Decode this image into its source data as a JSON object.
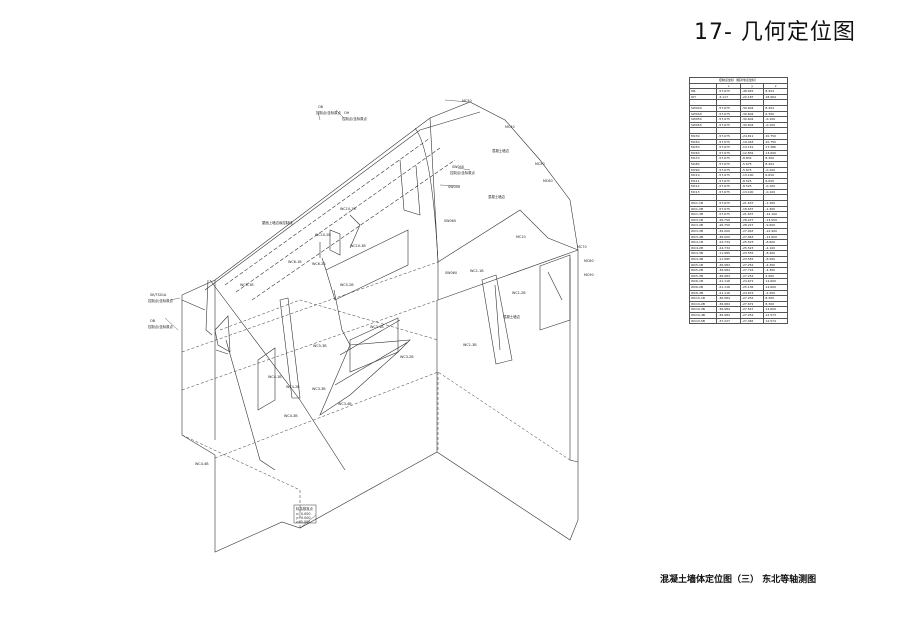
{
  "sheet_title": "17- 几何定位图",
  "drawing_caption": "混凝土墙体定位图（三） 东北等轴测图",
  "table": {
    "title": "控制点坐标（相对零点坐标）",
    "columns": [
      "",
      "x",
      "y",
      "z"
    ],
    "groups": [
      [
        [
          "OB",
          "-57.675",
          "-48.945",
          "8.454"
        ],
        [
          "OH",
          "-3.117",
          "-22.187",
          "18.964"
        ]
      ],
      [
        [
          "SW040",
          "-57.675",
          "-30.604",
          "8.454"
        ],
        [
          "SW040",
          "-57.675",
          "-30.604",
          "6.300"
        ],
        [
          "SW050",
          "-57.675",
          "-30.604",
          "-0.100"
        ],
        [
          "SW050",
          "-57.675",
          "-30.604",
          "-0.100"
        ]
      ],
      [
        [
          "MC30",
          "-57.675",
          "-24.811",
          "20.750"
        ],
        [
          "MC40",
          "-57.675",
          "-19.463",
          "20.750"
        ],
        [
          "MC50",
          "-57.675",
          "-14.151",
          "17.386"
        ],
        [
          "MC60",
          "-57.675",
          "-12.832",
          "13.600"
        ],
        [
          "MC70",
          "-57.675",
          "-8.832",
          "8.300"
        ],
        [
          "MC80",
          "-57.675",
          "-5.675",
          "8.454"
        ],
        [
          "MC90",
          "-57.675",
          "-5.675",
          "-0.100"
        ],
        [
          "MC10",
          "-57.675",
          "-13.100",
          "6.650"
        ],
        [
          "MC11",
          "-57.675",
          "-8.525",
          "6.650"
        ],
        [
          "MC12",
          "-57.675",
          "-8.525",
          "-0.100"
        ],
        [
          "MC13",
          "-57.675",
          "-13.100",
          "-0.100"
        ]
      ],
      [
        [
          "WC1-1B",
          "-57.675",
          "-21.637",
          "-1.300"
        ],
        [
          "WC1-2B",
          "-57.675",
          "-18.637",
          "-1.300"
        ],
        [
          "WC1-3B",
          "-57.675",
          "-21.637",
          "-12.100"
        ],
        [
          "WC3-1B",
          "-46.759",
          "-28.227",
          "-13.050"
        ],
        [
          "WC3-2B",
          "-46.759",
          "-28.227",
          "-9.600"
        ],
        [
          "WC3-3B",
          "-36.000",
          "-27.063",
          "-12.900"
        ],
        [
          "WC3-4B",
          "-36.000",
          "-27.063",
          "-13.600"
        ],
        [
          "WC4-1B",
          "-24.734",
          "-25.523",
          "-8.600"
        ],
        [
          "WC4-2B",
          "-24.734",
          "-25.523",
          "-4.100"
        ],
        [
          "WC4-3B",
          "-11.985",
          "-23.555",
          "-8.400"
        ],
        [
          "WC4-4B",
          "-11.985",
          "-23.555",
          "-6.500"
        ],
        [
          "WC5-1B",
          "-36.984",
          "-27.252",
          "-4.300"
        ],
        [
          "WC5-2B",
          "-36.984",
          "-27.716",
          "-4.300"
        ],
        [
          "WC5-3B",
          "-36.984",
          "-27.252",
          "2.900"
        ],
        [
          "WC6-1B",
          "-21.116",
          "-24.672",
          "14.600"
        ],
        [
          "WC6-2B",
          "-21.116",
          "-25.136",
          "14.600"
        ],
        [
          "WC6-3B",
          "-21.116",
          "-24.672",
          "-2.450"
        ],
        [
          "WC10-1B",
          "-36.984",
          "-27.252",
          "8.300"
        ],
        [
          "WC10-2B",
          "-36.984",
          "-27.672",
          "8.300"
        ],
        [
          "WC10-3B",
          "-36.984",
          "-27.547",
          "14.600"
        ],
        [
          "WC10-4B",
          "-36.984",
          "-27.252",
          "12.573"
        ],
        [
          "WC10-5B",
          "-37.227",
          "-27.465",
          "12.574"
        ]
      ]
    ]
  },
  "labels": {
    "top_ob": "OB",
    "top_oh": "OH",
    "top_ob_note": "控制点/坐标原点",
    "top_oh_note": "控制点/坐标原点",
    "mc30": "MC30",
    "mc40": "MC40",
    "mc50": "MC50",
    "mc60": "MC60",
    "mc70": "MC70",
    "mc80": "MC80",
    "mc90": "MC90",
    "mc10": "MC10",
    "sw040": "SW040",
    "sw040_note": "控制点/坐标原点",
    "sw050": "SW050",
    "sw060": "SW060",
    "roof_note": "屋面上墙边缘控制线",
    "wall_note_1": "混凝土墙边",
    "wall_note_2": "混凝土墙边",
    "wall_note_3": "混凝土墙边",
    "left_ref": "SK/TS01A",
    "left_ref_note": "控制点/坐标原点",
    "left_ob": "OB",
    "left_ob_note": "控制点/坐标原点",
    "wc10_1b": "WC10-1B",
    "wc10_2b": "WC10-2B",
    "wc10_3b": "WC10-3B",
    "wc6_1b": "WC6-1B",
    "wc6_2b": "WC6-2B",
    "wc5_1b": "WC5-1B",
    "wc5_2b": "WC5-2B",
    "wc5_3b": "WC5-3B",
    "wc3_1b": "WC3-1B",
    "wc3_2b": "WC3-2B",
    "wc3_3b": "WC3-3B",
    "wc3_4b": "WC3-4B",
    "wc4_1b": "WC4-1B",
    "wc4_2b": "WC4-2B",
    "wc4_3b": "WC4-3B",
    "wc4_4b": "WC4-4B",
    "wc1_1b": "WC1-1B",
    "wc1_2b": "WC1-2B",
    "wc1_3b": "WC1-3B",
    "elev_title": "标高基准点",
    "elev_1": "x=0.000",
    "elev_2": "y=0.000",
    "elev_3": "z=0.000"
  }
}
